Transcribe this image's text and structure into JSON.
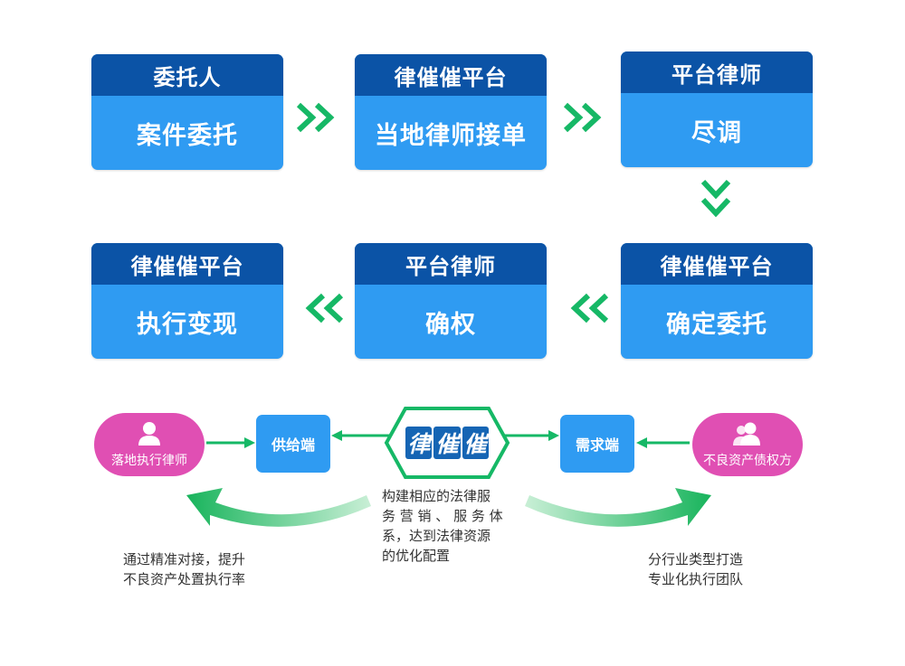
{
  "flow": [
    {
      "head": "委托人",
      "body": "案件委托"
    },
    {
      "head": "律催催平台",
      "body": "当地律师接单"
    },
    {
      "head": "平台律师",
      "body": "尽调"
    },
    {
      "head": "律催催平台",
      "body": "确定委托"
    },
    {
      "head": "平台律师",
      "body": "确权"
    },
    {
      "head": "律催催平台",
      "body": "执行变现"
    }
  ],
  "bottom": {
    "left_party": "落地执行律师",
    "right_party": "不良资产债权方",
    "supply": "供给端",
    "demand": "需求端",
    "logo_chars": [
      "律",
      "催",
      "催"
    ],
    "center_text": [
      "构建相应的法律服",
      "务 营 销 、 服 务 体",
      "系，达到法律资源",
      "的优化配置"
    ],
    "left_note": [
      "通过精准对接，提升",
      "不良资产处置执行率"
    ],
    "right_note": [
      "分行业类型打造",
      "专业化执行团队"
    ]
  },
  "colors": {
    "card_head": "#0b53a6",
    "card_body": "#2f9bf2",
    "accent_green": "#16b866",
    "party_pink": "#e04fb3"
  },
  "icons": [
    "person-icon",
    "people-icon",
    "chevron-right-icon",
    "chevron-down-icon",
    "chevron-left-icon"
  ]
}
